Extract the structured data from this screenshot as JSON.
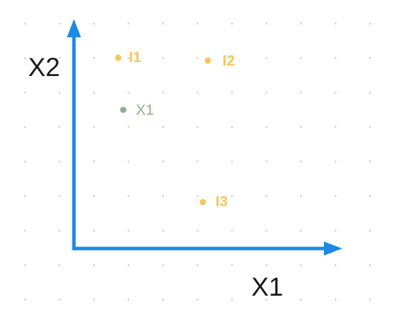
{
  "colors": {
    "axis": "#1e88e5",
    "pattern": "#f5c55a",
    "test_point": "#8faf8a",
    "grid_dot": "#d4d4d4"
  },
  "axes": {
    "x_label": "X1",
    "y_label": "X2"
  },
  "points": [
    {
      "label": "I1",
      "kind": "pattern"
    },
    {
      "label": "I2",
      "kind": "pattern"
    },
    {
      "label": "X1",
      "kind": "test_point"
    },
    {
      "label": "I3",
      "kind": "pattern"
    }
  ]
}
